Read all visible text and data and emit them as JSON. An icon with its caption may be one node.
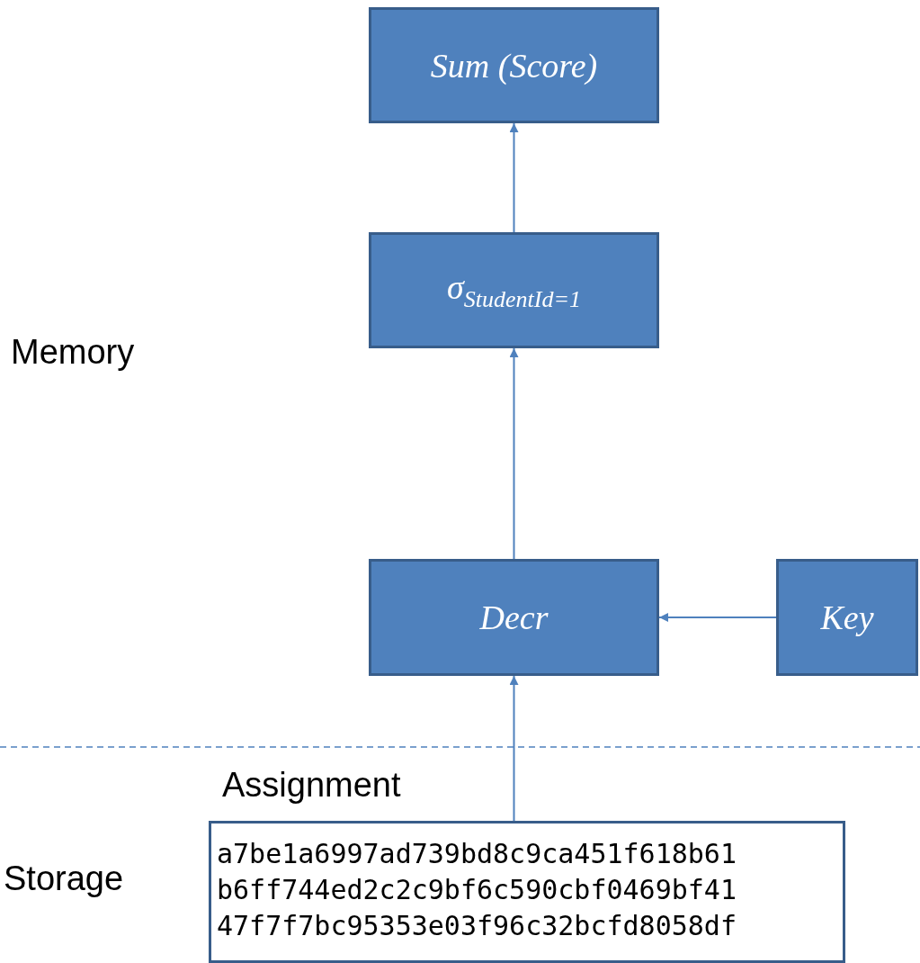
{
  "diagram": {
    "nodes": [
      {
        "text": [
          "Sum (Score)"
        ]
      },
      {
        "text": [
          "σ$_{StudentId=1}$"
        ]
      },
      {
        "text": [
          "Decr"
        ]
      },
      {
        "text": [
          "Key"
        ]
      },
      {
        "text": [
          "Assignment",
          "a7be1a6997ad739bd8c9ca451f618b61 b6ff744ed2c2c9bf6c590cbf0469bf41 47f7f7bc95353e03f96c32bcfd8058df"
        ]
      }
    ],
    "edges": [
      {
        "from": 1,
        "to": 0,
        "arrow": "to"
      },
      {
        "from": 2,
        "to": 1,
        "arrow": "to"
      },
      {
        "from": 3,
        "to": 2,
        "arrow": "to"
      },
      {
        "from": 4,
        "to": 2,
        "arrow": "to"
      }
    ],
    "labels": [
      "Memory",
      "Storage"
    ]
  }
}
